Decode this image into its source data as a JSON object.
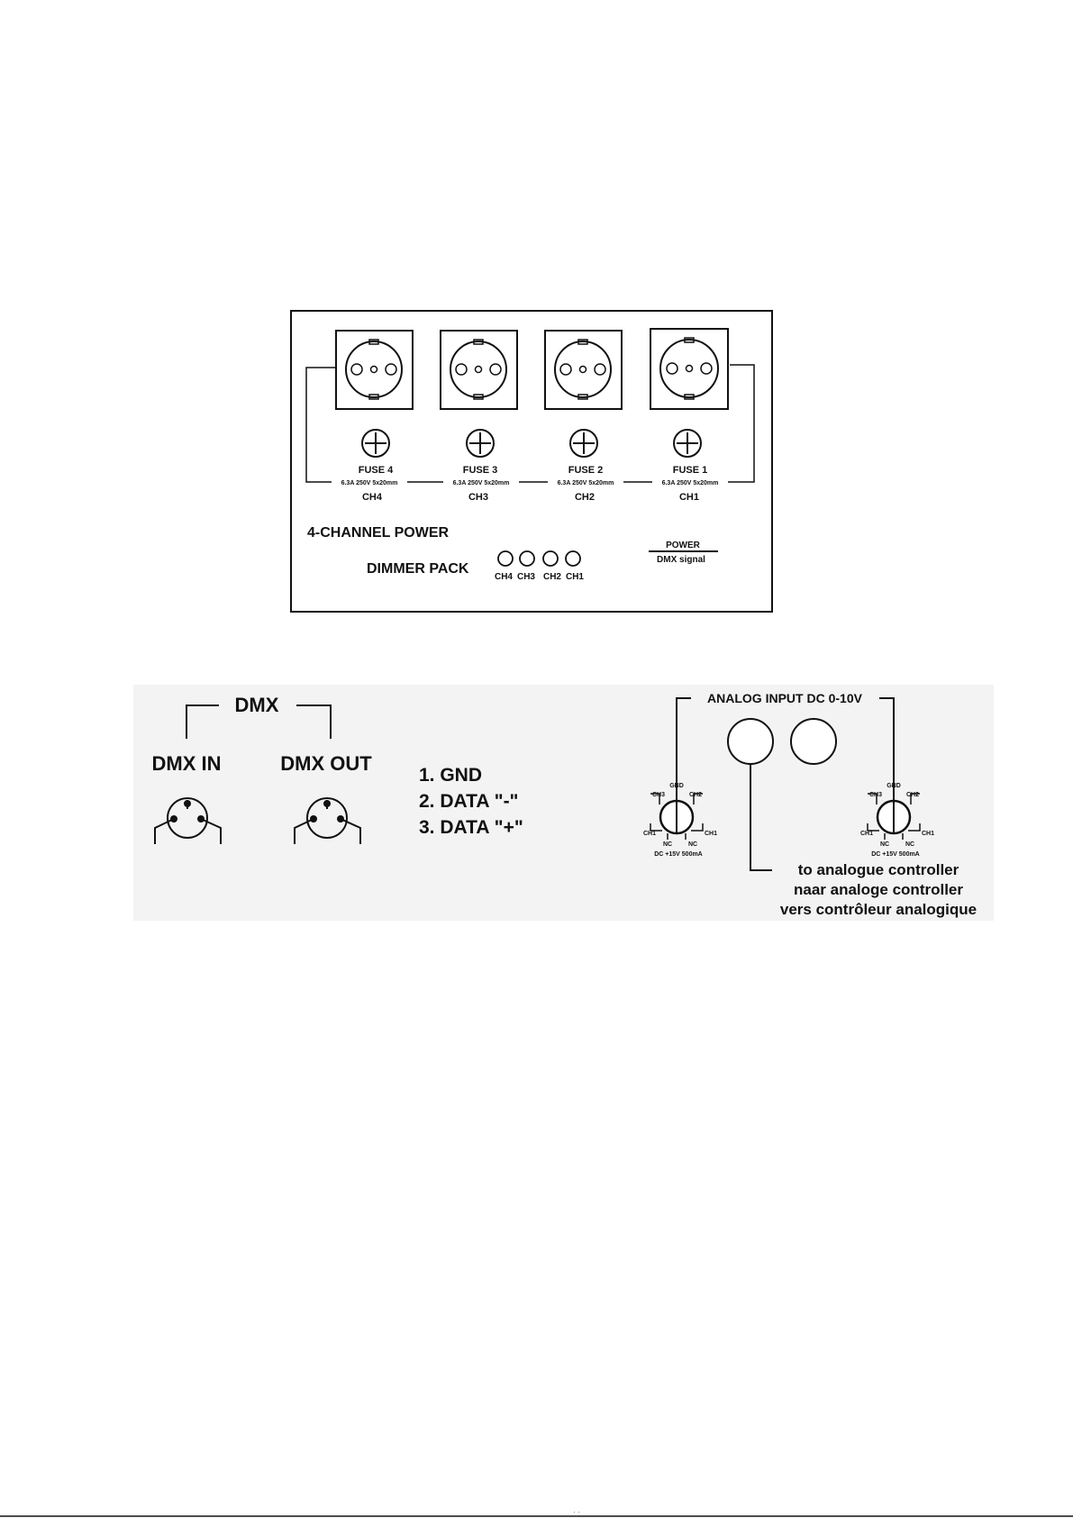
{
  "panel": {
    "outlets": [
      {
        "fuse": "FUSE 4",
        "rating": "6.3A 250V 5x20mm",
        "channel": "CH4"
      },
      {
        "fuse": "FUSE 3",
        "rating": "6.3A 250V 5x20mm",
        "channel": "CH3"
      },
      {
        "fuse": "FUSE 2",
        "rating": "6.3A 250V 5x20mm",
        "channel": "CH2"
      },
      {
        "fuse": "FUSE 1",
        "rating": "6.3A 250V 5x20mm",
        "channel": "CH1"
      }
    ],
    "title_line1": "4-CHANNEL POWER",
    "title_line2": "DIMMER PACK",
    "led_labels": [
      "CH4",
      "CH3",
      "CH2",
      "CH1"
    ],
    "power_label": "POWER",
    "dmx_signal_label": "DMX signal"
  },
  "dmx": {
    "title": "DMX",
    "in_label": "DMX IN",
    "out_label": "DMX OUT",
    "pins": [
      "1. GND",
      "2. DATA \"-\"",
      "3. DATA \"+\""
    ]
  },
  "analog": {
    "title": "ANALOG INPUT DC 0-10V",
    "connector_labels": {
      "gnd": "GND",
      "ch3": "CH3",
      "ch2": "CH2",
      "ch1_left": "CH1",
      "ch1_right": "CH1",
      "nc_left": "NC",
      "nc_right": "NC",
      "power": "DC +15V 500mA"
    },
    "controller_lines": [
      "to analogue controller",
      "naar analoge controller",
      "vers contrôleur analogique"
    ]
  },
  "footer_text": "·   ·"
}
